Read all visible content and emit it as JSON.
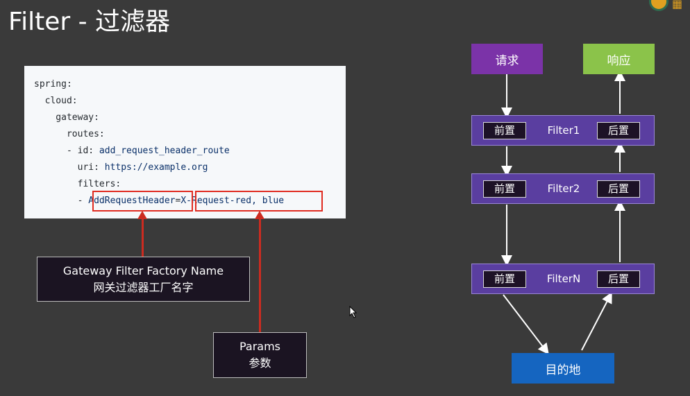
{
  "slide": {
    "title": "Filter - 过滤器"
  },
  "code": {
    "lines": [
      {
        "key": "spring:",
        "value": ""
      },
      {
        "key": "  cloud:",
        "value": ""
      },
      {
        "key": "    gateway:",
        "value": ""
      },
      {
        "key": "      routes:",
        "value": ""
      },
      {
        "key": "      - id: ",
        "value": "add_request_header_route"
      },
      {
        "key": "        uri: ",
        "value": "https://example.org"
      },
      {
        "key": "        filters:",
        "value": ""
      },
      {
        "key": "        - ",
        "value": ""
      }
    ],
    "filter_name": "AddRequestHeader",
    "equals": "=",
    "filter_params": "X-Request-red, blue"
  },
  "annotations": {
    "factory_name_en": "Gateway Filter Factory Name",
    "factory_name_zh": "网关过滤器工厂名字",
    "params_en": "Params",
    "params_zh": "参数"
  },
  "flow": {
    "request": "请求",
    "response": "响应",
    "destination": "目的地",
    "pre_label": "前置",
    "post_label": "后置",
    "filters": [
      "Filter1",
      "Filter2",
      "FilterN"
    ]
  },
  "colors": {
    "background": "#3a3a3a",
    "request": "#7b33a8",
    "response": "#8bc34a",
    "filter": "#5a3ea0",
    "destination": "#1565c0",
    "highlight": "#e02b20"
  }
}
